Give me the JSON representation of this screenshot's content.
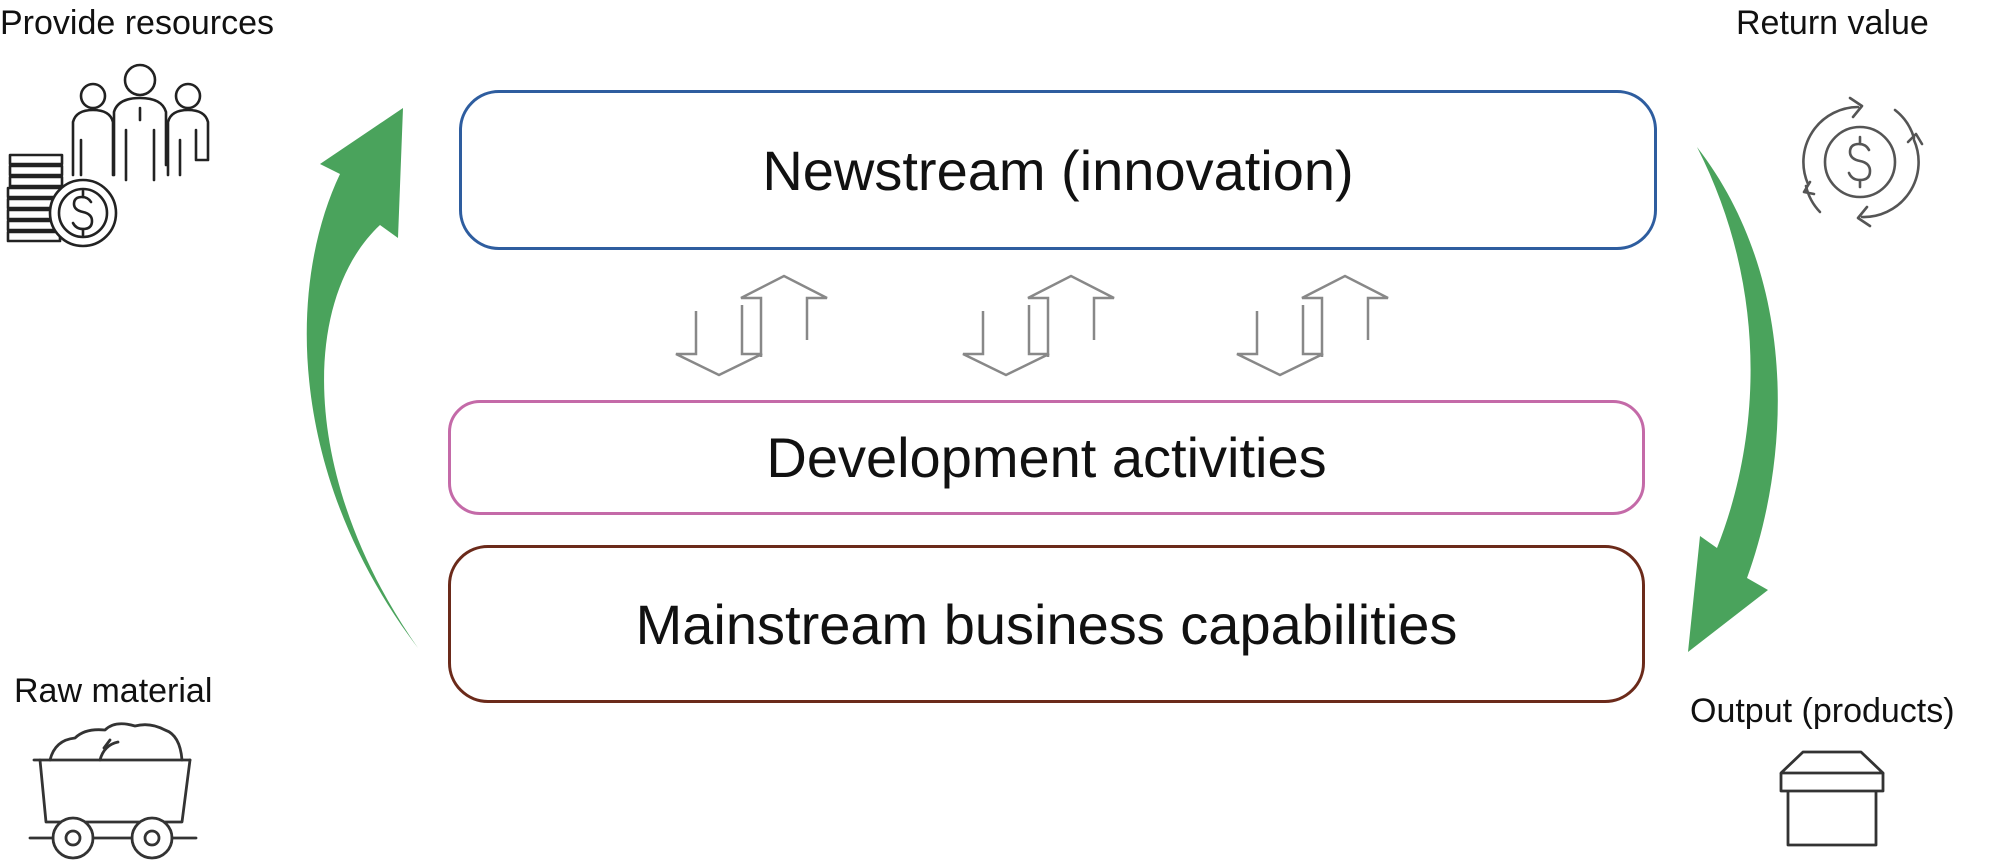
{
  "labels": {
    "provide_resources": "Provide resources",
    "return_value": "Return value",
    "raw_material": "Raw material",
    "output_products": "Output (products)"
  },
  "layers": {
    "newstream": {
      "text": "Newstream (innovation)",
      "border_color": "#2e5d9f"
    },
    "development": {
      "text": "Development activities",
      "border_color": "#c46aa8"
    },
    "mainstream": {
      "text": "Mainstream business capabilities",
      "border_color": "#6b2a1a"
    }
  },
  "colors": {
    "cycle_arrow": "#4aa35c",
    "exchange_arrow": "#888888",
    "icon_stroke": "#222222"
  },
  "icons": [
    "people-money-icon",
    "dollar-cycle-icon",
    "mine-cart-icon",
    "product-box-icon"
  ]
}
